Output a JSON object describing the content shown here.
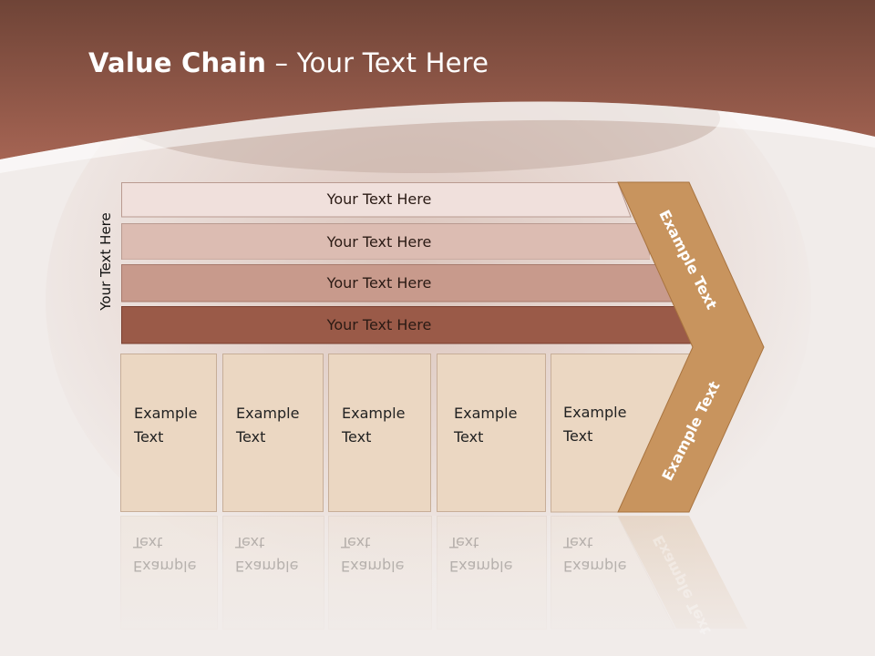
{
  "title": {
    "bold": "Value Chain",
    "rest": " – Your Text Here"
  },
  "side_label": "Your Text Here",
  "bars": [
    {
      "label": "Your Text Here",
      "color": "#f0e0dc"
    },
    {
      "label": "Your Text Here",
      "color": "#dcbcb2"
    },
    {
      "label": "Your Text Here",
      "color": "#c89a8c"
    },
    {
      "label": "Your Text Here",
      "color": "#9a5a48"
    }
  ],
  "boxes": [
    {
      "line1": "Example",
      "line2": "Text"
    },
    {
      "line1": "Example",
      "line2": "Text"
    },
    {
      "line1": "Example",
      "line2": "Text"
    },
    {
      "line1": "Example",
      "line2": "Text"
    },
    {
      "line1": "Example",
      "line2": "Text"
    }
  ],
  "chevron": {
    "upper": "Example Text",
    "lower": "Example Text",
    "color": "#c8945e"
  },
  "colors": {
    "header": "#8f5645",
    "box_fill": "#ebd7c2"
  }
}
